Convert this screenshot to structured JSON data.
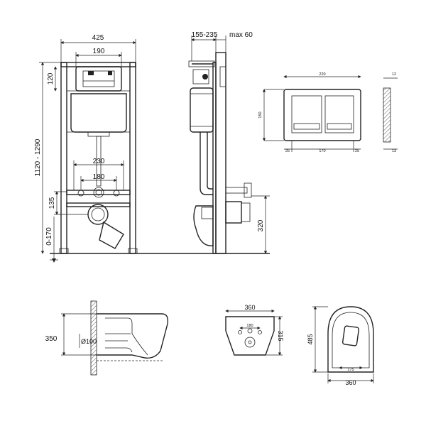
{
  "frame": {
    "width": "425",
    "flush_width": "190",
    "flush_height": "120",
    "pipe_spacing": "230",
    "fixing_spacing": "180",
    "total_height": "1120 - 1290",
    "drain_height": "135",
    "leg_adjust": "0-170"
  },
  "side": {
    "depth": "155-235",
    "wall": "max 60",
    "outlet_height": "320"
  },
  "plate": {
    "width": "220",
    "height": "150",
    "margin_left": "25",
    "inner": "170",
    "margin_right": "25",
    "thickness_top": "12",
    "thickness_bottom": "13"
  },
  "bowl_side": {
    "height": "350",
    "outlet": "Ø100"
  },
  "bowl_back": {
    "width": "360",
    "fixing": "180",
    "height": "315"
  },
  "bowl_top": {
    "length": "485",
    "width": "360",
    "inner": "175"
  }
}
